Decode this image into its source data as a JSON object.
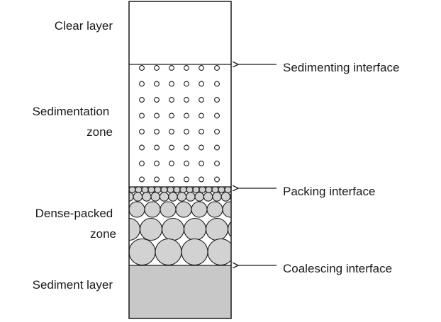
{
  "zones": [
    {
      "id": "clear",
      "lines": [
        "Clear layer"
      ]
    },
    {
      "id": "sedimentation",
      "lines": [
        "Sedimentation",
        "zone"
      ]
    },
    {
      "id": "dense",
      "lines": [
        "Dense-packed",
        "zone"
      ]
    },
    {
      "id": "sediment",
      "lines": [
        "Sediment layer"
      ]
    }
  ],
  "interfaces": [
    {
      "id": "sedimenting",
      "label": "Sedimenting interface"
    },
    {
      "id": "packing",
      "label": "Packing interface"
    },
    {
      "id": "coalescing",
      "label": "Coalescing interface"
    }
  ],
  "colors": {
    "outline": "#1a1a1a",
    "sediment_fill": "#c8c8c8",
    "droplet_fill": "#d2d2d2",
    "background": "#ffffff"
  }
}
